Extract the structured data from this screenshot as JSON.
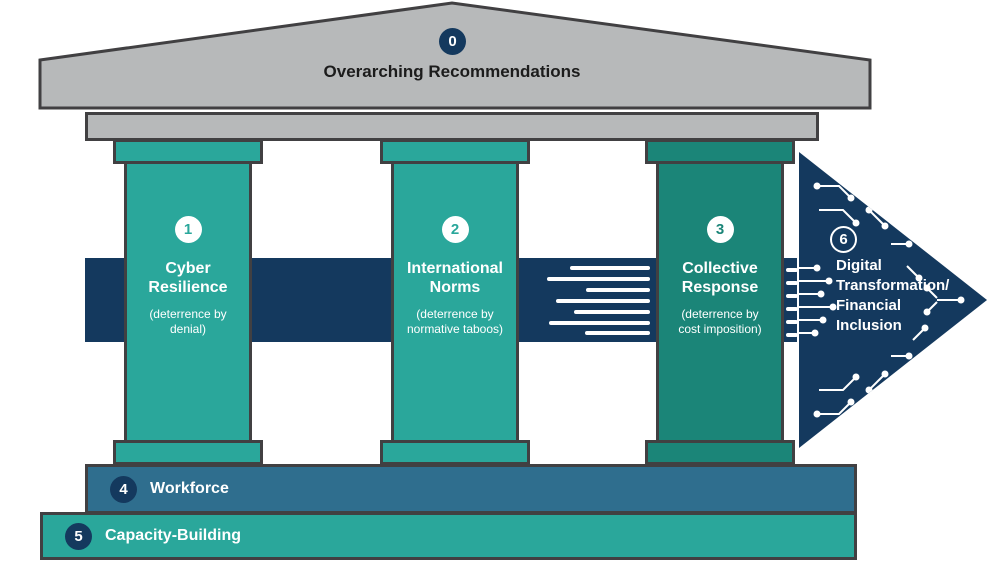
{
  "colors": {
    "gray": "#b7b9ba",
    "outline": "#414042",
    "teal": "#2aa79b",
    "tealDark": "#1b8578",
    "navy": "#14395e",
    "steel": "#2f6e8e",
    "textDark": "#1c1c1c"
  },
  "pediment": {
    "number": "0",
    "label": "Overarching Recommendations"
  },
  "pillars": [
    {
      "number": "1",
      "title_line1": "Cyber",
      "title_line2": "Resilience",
      "sub_line1": "(deterrence by",
      "sub_line2": "denial)"
    },
    {
      "number": "2",
      "title_line1": "International",
      "title_line2": "Norms",
      "sub_line1": "(deterrence by",
      "sub_line2": "normative taboos)"
    },
    {
      "number": "3",
      "title_line1": "Collective",
      "title_line2": "Response",
      "sub_line1": "(deterrence by",
      "sub_line2": "cost imposition)"
    }
  ],
  "arrow": {
    "number": "6",
    "line1": "Digital",
    "line2": "Transformation/",
    "line3": "Financial",
    "line4": "Inclusion"
  },
  "steps": [
    {
      "number": "4",
      "label": "Workforce"
    },
    {
      "number": "5",
      "label": "Capacity-Building"
    }
  ]
}
